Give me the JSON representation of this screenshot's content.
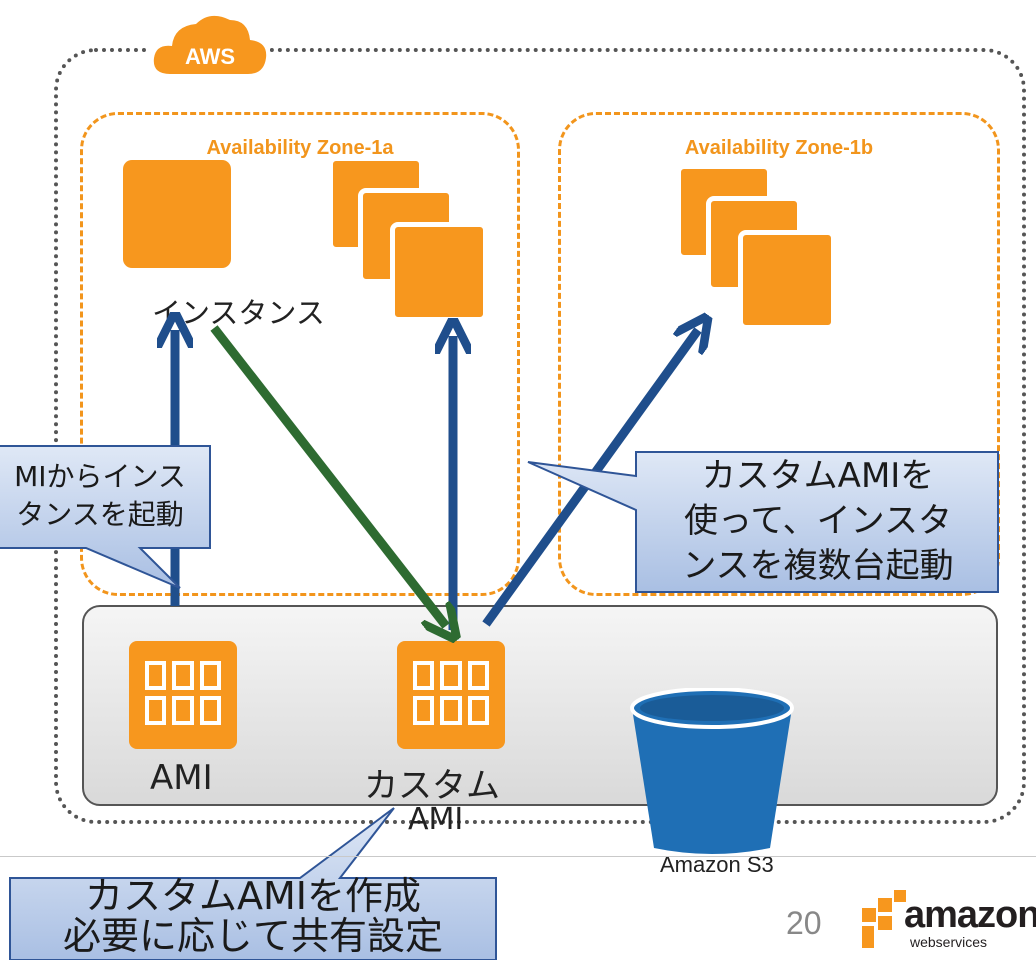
{
  "aws_badge": "AWS",
  "zones": [
    {
      "label": "Availability Zone-1a"
    },
    {
      "label": "Availability Zone-1b"
    }
  ],
  "instance_label": "インスタンス",
  "callouts": {
    "launch_from_ami": {
      "line1": "MIからインス",
      "line2": "タンスを起動"
    },
    "launch_multiple": {
      "line1": "カスタムAMIを",
      "line2": "使って、インスタ",
      "line3": "ンスを複数台起動"
    },
    "create_custom": {
      "line1": "カスタムAMIを作成",
      "line2": "必要に応じて共有設定"
    }
  },
  "ami_label": "AMI",
  "custom_ami_label": {
    "line1": "カスタム",
    "line2": "AMI"
  },
  "s3_label": "Amazon S3",
  "page_number": "20",
  "logo": {
    "word": "amazon",
    "sub": "webservices"
  },
  "colors": {
    "orange": "#f7971e",
    "blue_arrow": "#1f4e8c",
    "green_arrow": "#2e6b31",
    "callout_fill": "#b7c9e8",
    "s3_blue": "#1f6fb5"
  }
}
